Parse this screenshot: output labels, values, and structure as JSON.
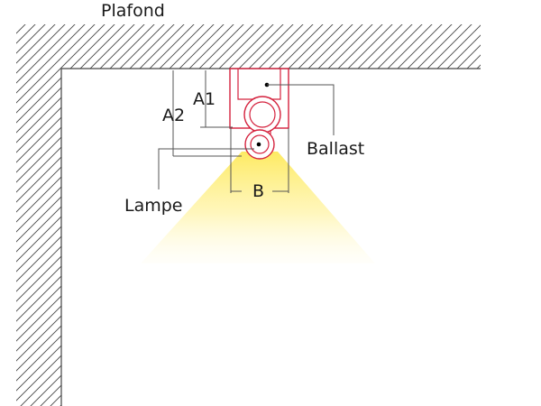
{
  "labels": {
    "ceiling": "Plafond",
    "ballast": "Ballast",
    "lamp": "Lampe",
    "dim_a1": "A1",
    "dim_a2": "A2",
    "dim_b": "B"
  },
  "colors": {
    "fixture": "#d4203c",
    "hatch": "#444444",
    "light_core": "#fff07a",
    "leader": "#555555"
  }
}
